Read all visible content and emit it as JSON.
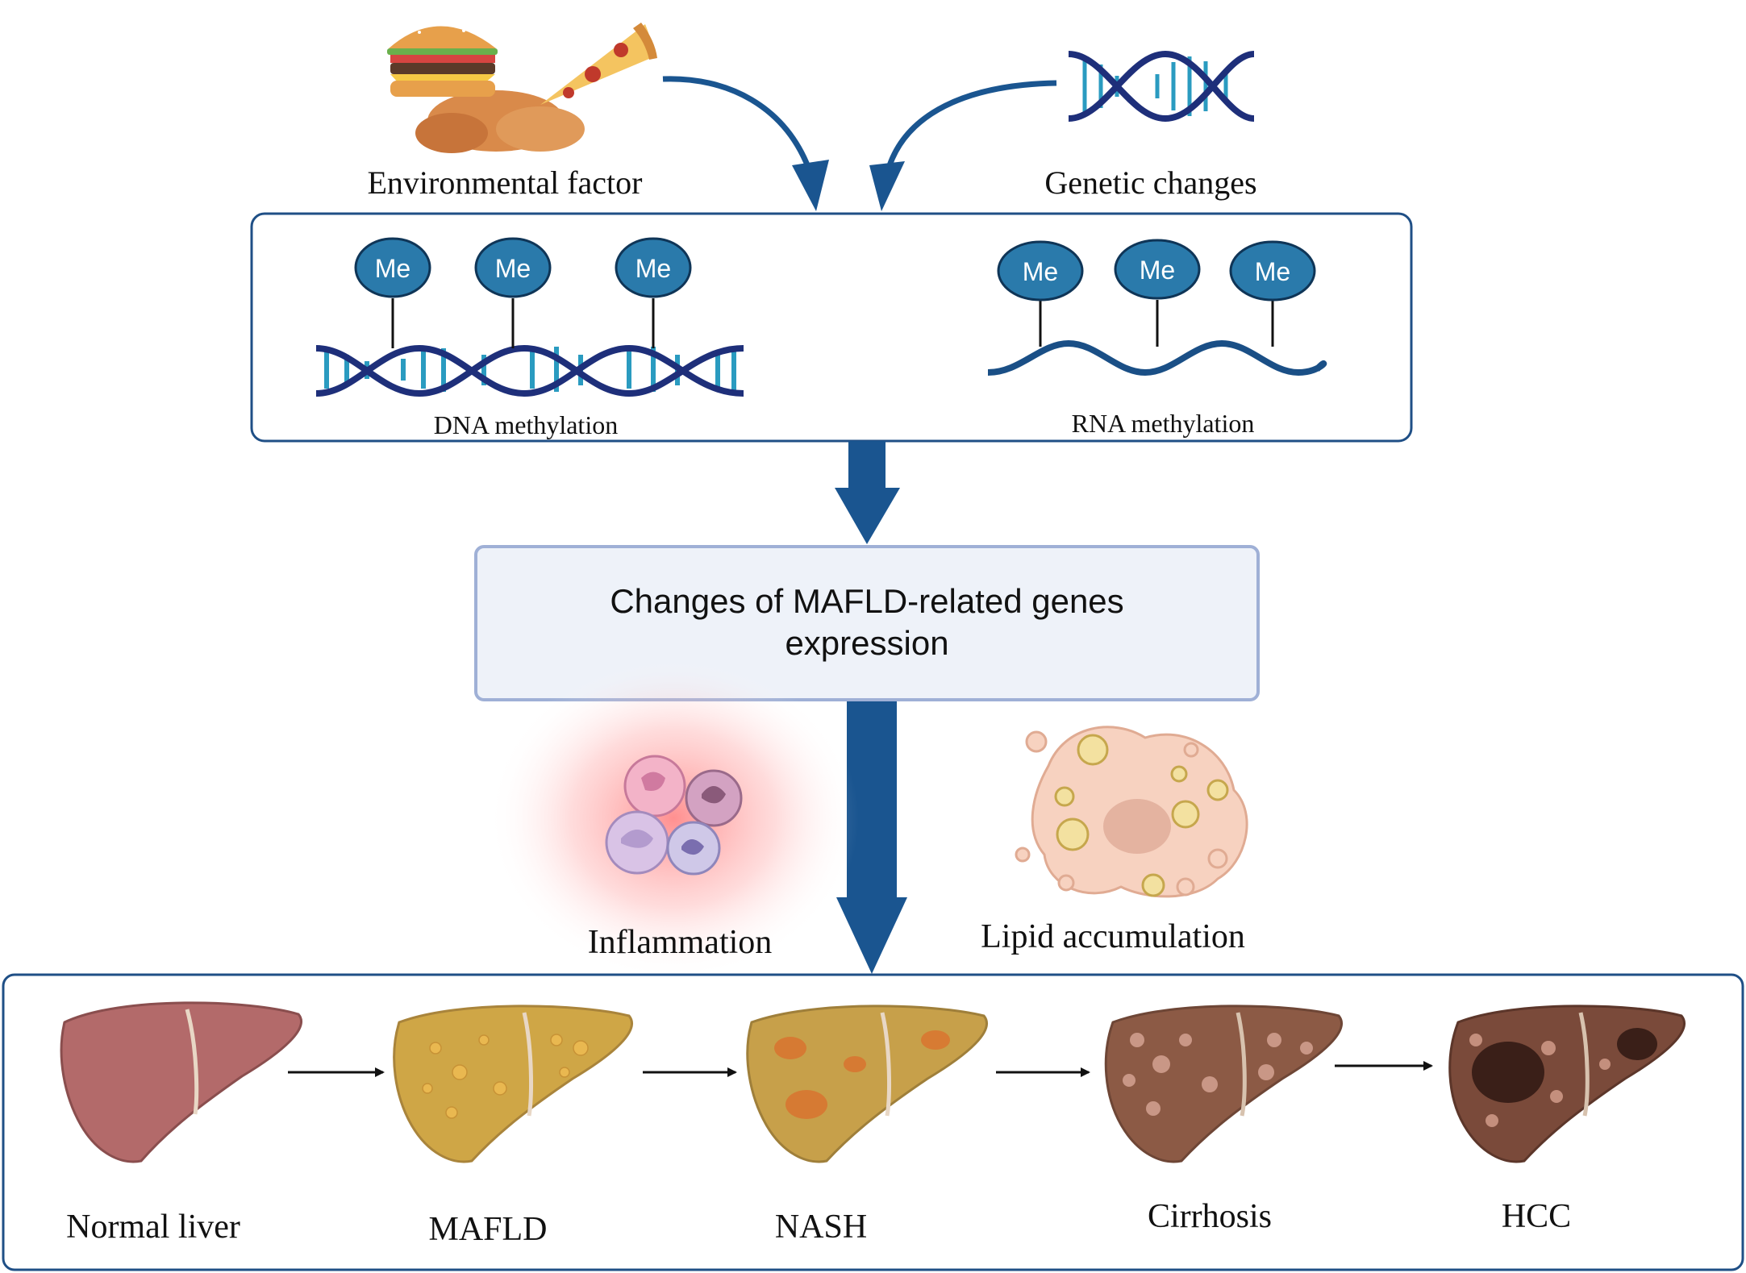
{
  "sources": {
    "environmental": "Environmental factor",
    "genetic": "Genetic changes"
  },
  "methylation": {
    "me_label": "Me",
    "dna": "DNA methylation",
    "rna": "RNA methylation"
  },
  "gene_expression": {
    "line1": "Changes of MAFLD-related genes",
    "line2": "expression"
  },
  "effects": {
    "inflammation": "Inflammation",
    "lipid": "Lipid accumulation"
  },
  "stages": [
    "Normal liver",
    "MAFLD",
    "NASH",
    "Cirrhosis",
    "HCC"
  ],
  "colors": {
    "primary_blue": "#1a5590",
    "box_border": "#1f4f86",
    "me_fill": "#2a7aab",
    "dna_dark": "#1e2f7a",
    "dna_light": "#2a9bc0",
    "gene_box_fill": "#eef2f9",
    "gene_box_border": "#9fb0d6"
  }
}
